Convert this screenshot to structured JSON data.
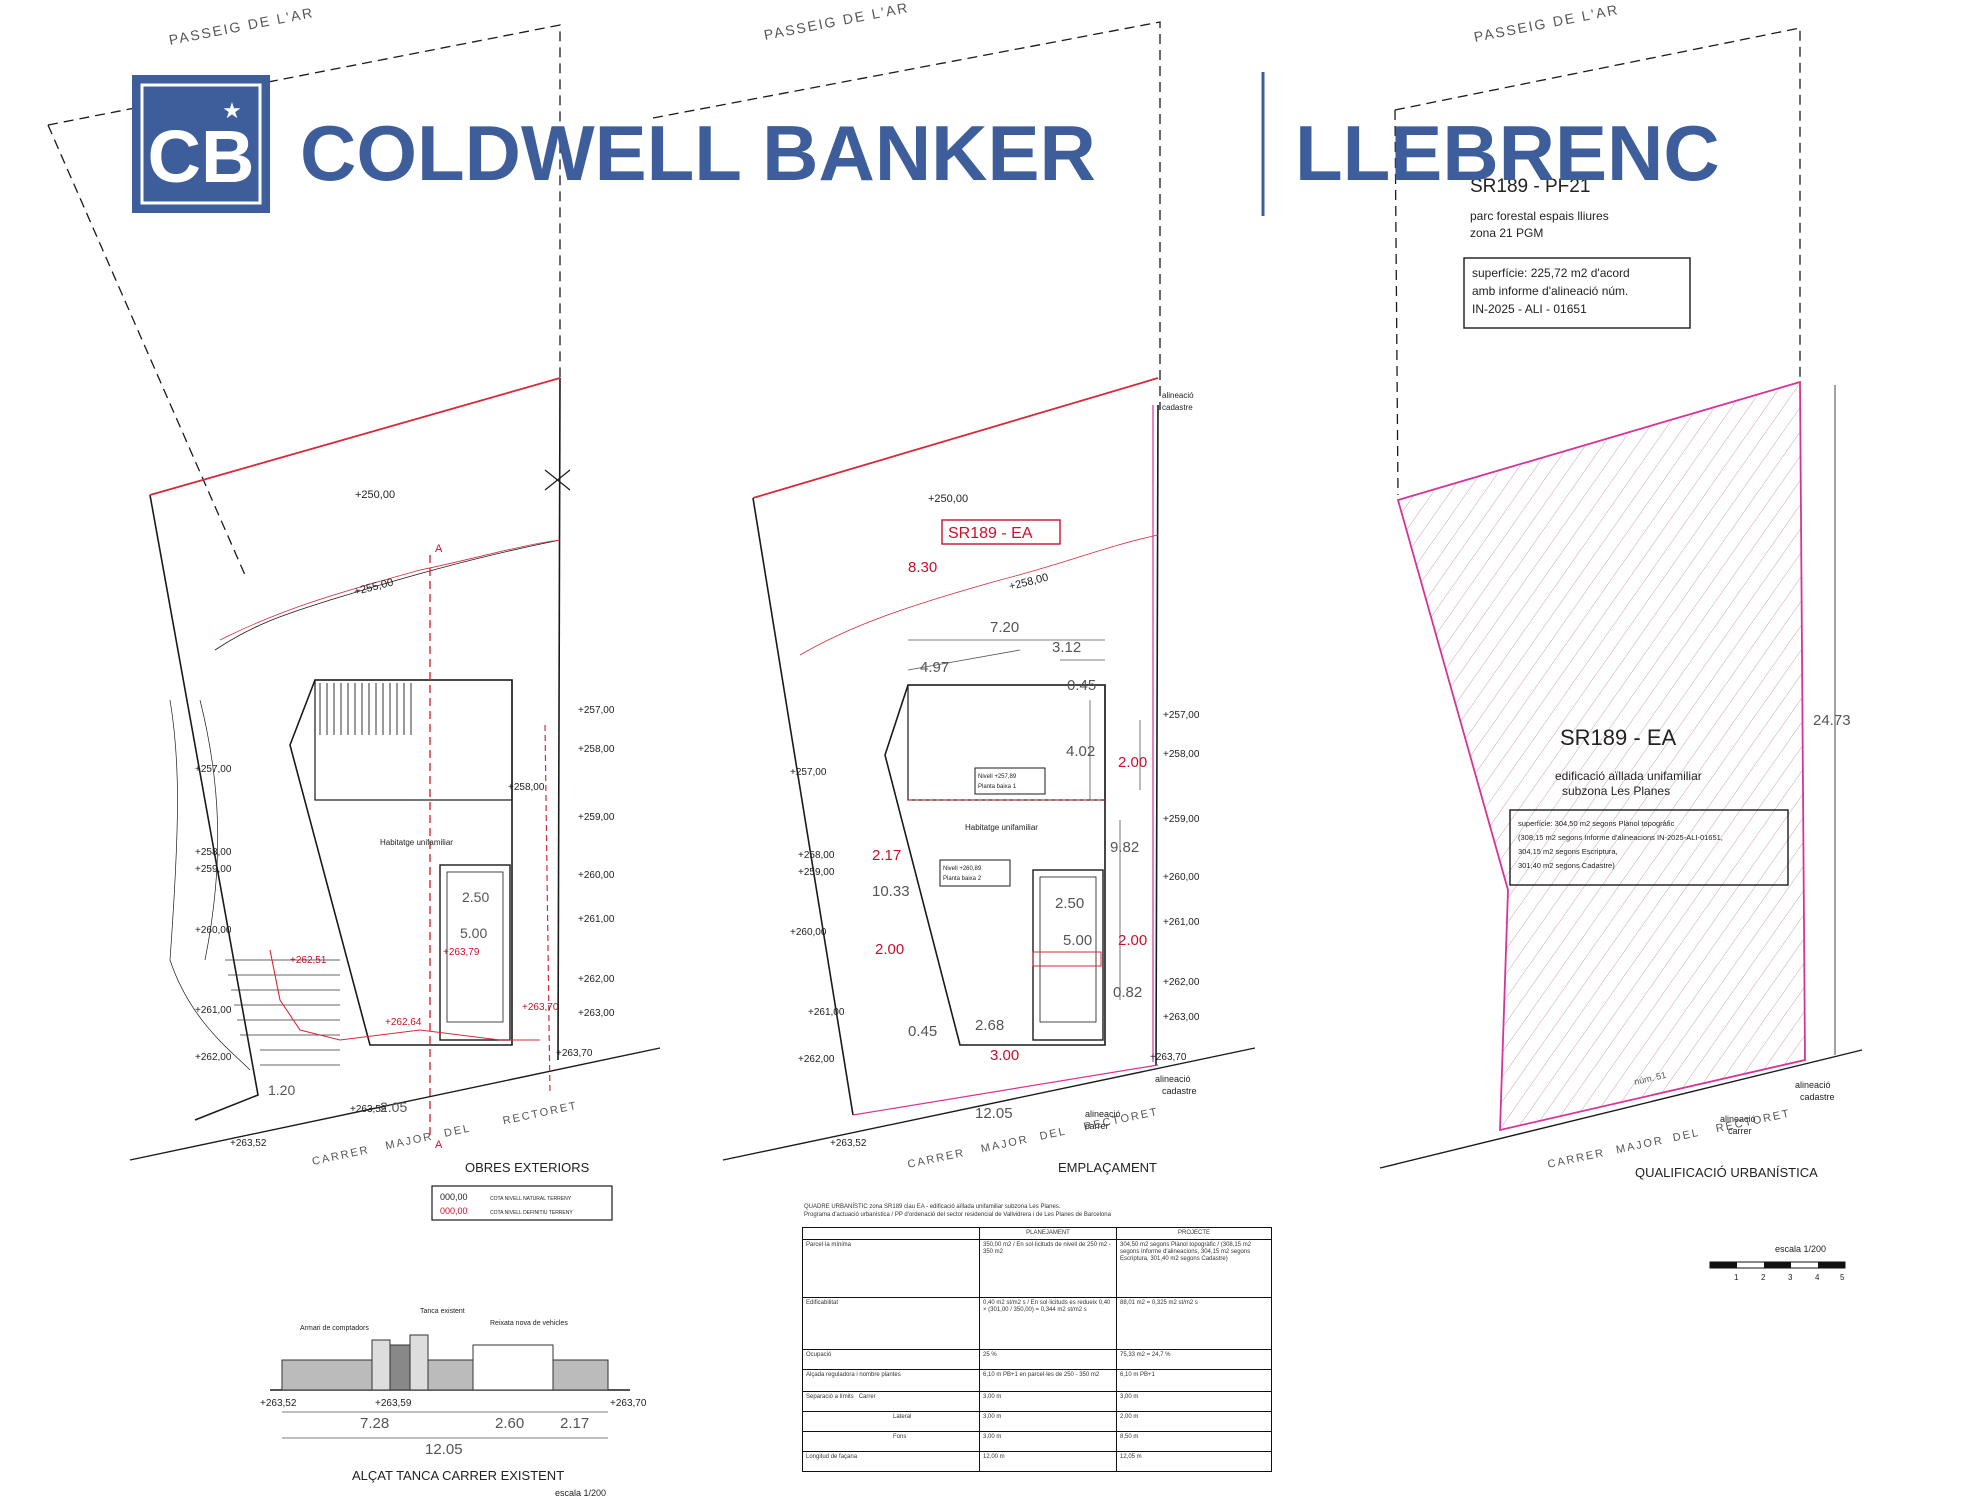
{
  "brand": {
    "name_left": "COLDWELL BANKER",
    "name_right": "LLEBRENC",
    "logo_letters": "CB",
    "brand_color": "#3d5e9b"
  },
  "street_top": "PASSEIG DE L'AR",
  "street_bottom": [
    "CARRER",
    "MAJOR",
    "DEL",
    "RECTORET"
  ],
  "colors": {
    "line": "#1a1a1a",
    "red": "#d62a3a",
    "pink": "#d6339a"
  },
  "panel1": {
    "title": "OBRES EXTERIORS",
    "levels": [
      "+250,00",
      "+255,00",
      "+257,00",
      "+258,00",
      "+258,00",
      "+259,00",
      "+260,00",
      "+261,00",
      "+262,00",
      "+263,00",
      "+263,70",
      "+257,00",
      "+258,00",
      "+259,00",
      "+260,00",
      "+261,00",
      "+262,00",
      "+263,52",
      "+263,59"
    ],
    "dims": [
      "2.50",
      "5.00",
      "1.20",
      "2.05"
    ],
    "red_levels": [
      "+263,79",
      "+262,51",
      "+262,64",
      "+263,70"
    ],
    "house_label": "Habitatge unifamiliar",
    "section_mark": "A",
    "legend": [
      {
        "code": "000,00",
        "text": "COTA NIVELL NATURAL TERRENY"
      },
      {
        "code": "000,00",
        "text": "COTA NIVELL DEFINITIU TERRENY"
      }
    ]
  },
  "panel2": {
    "title": "EMPLAÇAMENT",
    "tag": "SR189 - EA",
    "levels": [
      "+250,00",
      "+258,00",
      "+257,00",
      "+258,00",
      "+259,00",
      "+260,00",
      "+261,00",
      "+262,00",
      "+263,00",
      "+263,70",
      "+257,00",
      "+258,00",
      "+259,00",
      "+260,00",
      "+261,00",
      "+262,00",
      "+263,52"
    ],
    "dims": [
      "8.30",
      "7.20",
      "3.12",
      "4.97",
      "0.45",
      "4.02",
      "2.00",
      "2.17",
      "10.33",
      "2.00",
      "9.82",
      "2.50",
      "5.00",
      "2.00",
      "0.82",
      "0.45",
      "2.68",
      "3.00",
      "12.05"
    ],
    "nivell1": [
      "Nivell +257,89",
      "Planta baixa 1"
    ],
    "nivell2": [
      "Nivell +260,89",
      "Planta baixa 2"
    ],
    "alineacio": [
      "alineació",
      "cadastre"
    ],
    "alineacio_carrer": [
      "alineació",
      "carrer"
    ],
    "house_label": "Habitatge unifamiliar"
  },
  "panel3": {
    "title": "QUALIFICACIÓ URBANÍSTICA",
    "code_top": "SR189 - PF21",
    "desc_top": [
      "parc forestal espais lliures",
      "zona 21 PGM"
    ],
    "box_top": [
      "superfície: 225,72 m2 d'acord",
      "amb informe d'alineació núm.",
      "IN-2025 - ALI - 01651"
    ],
    "code_main": "SR189 - EA",
    "desc_main": [
      "edificació aïllada unifamiliar",
      "subzona Les Planes"
    ],
    "box_main": [
      "superfície: 304,50 m2 segons Plànol topogràfic",
      "(308,15 m2 segons Informe d'alineacions IN-2025-ALI-01651,",
      "304,15 m2 segons Escriptura,",
      "301,40 m2 segons Cadastre)"
    ],
    "dim_side": "24.73",
    "num": "núm. 51",
    "alineacio": [
      "alineació",
      "cadastre"
    ],
    "alineacio_carrer": [
      "alineació",
      "carrer"
    ]
  },
  "scale_bar": {
    "label": "escala 1/200",
    "ticks": [
      "1",
      "2",
      "3",
      "4",
      "5"
    ]
  },
  "elevation": {
    "title": "ALÇAT TANCA CARRER EXISTENT",
    "scale": "escala 1/200",
    "labels": [
      "Armari de comptadors",
      "Tanca existent",
      "Reixata nova de vehicles"
    ],
    "levels": [
      "+263,52",
      "+263,59",
      "+263,70"
    ],
    "dims": [
      "7.28",
      "2.60",
      "2.17",
      "12.05"
    ]
  },
  "table": {
    "title": "QUADRE URBANÍSTIC zona SR189 clau EA - edificació aïllada unifamiliar subzona Les Planes.",
    "subtitle": "Programa d'actuació urbanística / PP d'ordenació del sector residencial de Vallvidrera i de Les Planes de Barcelona",
    "headers": [
      "",
      "PLANEJAMENT",
      "PROJECTE"
    ],
    "rows": [
      {
        "label": "Parcel·la mínima",
        "plan": "350,00 m2 / En sol·licituds de nivell de 250 m2 - 350 m2",
        "proj": "304,50 m2 segons Plànol topogràfic / (308,15 m2 segons Informe d'alineacions, 304,15 m2 segons Escriptura, 301,40 m2 segons Cadastre)"
      },
      {
        "label": "Edificabilitat",
        "plan": "0,40 m2 st/m2 s / En sol·licituds es redueix 0,40 × (301,00 / 350,00) = 0,344 m2 st/m2 s",
        "proj": "88,01 m2 = 0,325 m2 st/m2 s"
      },
      {
        "label": "Ocupació",
        "plan": "25 %",
        "proj": "75,33 m2 = 24,7 %"
      },
      {
        "label": "Alçada reguladora i nombre plantes",
        "plan": "6,10 m    PB+1 en parcel·les de 250 - 350 m2",
        "proj": "6,10 m    PB+1"
      },
      {
        "label": "Separació a límits",
        "sub": "Carrer",
        "plan": "3,00 m",
        "proj": "3,00 m"
      },
      {
        "label": "",
        "sub": "Lateral",
        "plan": "3,00 m",
        "proj": "2,00 m"
      },
      {
        "label": "",
        "sub": "Fons",
        "plan": "3,00 m",
        "proj": "8,50 m"
      },
      {
        "label": "Longitud de façana",
        "plan": "12,00 m",
        "proj": "12,05 m"
      }
    ]
  }
}
